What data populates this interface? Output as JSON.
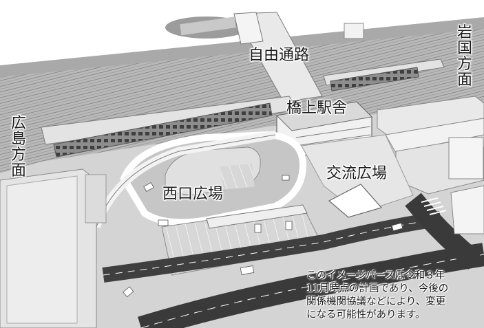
{
  "labels": {
    "free_passage": "自由通路",
    "station": "橋上駅舎",
    "west_plaza": "西口広場",
    "exchange_plaza": "交流広場",
    "iwakuni_direction": [
      "岩",
      "国",
      "方",
      "面"
    ],
    "hiroshima_direction": [
      "広",
      "島",
      "方",
      "面"
    ]
  },
  "note": {
    "lines": [
      "このイメージパースは令和３年",
      "11月時点の計画であり、今後の",
      "関係機関協議などにより、変更",
      "になる可能性があります。"
    ]
  }
}
